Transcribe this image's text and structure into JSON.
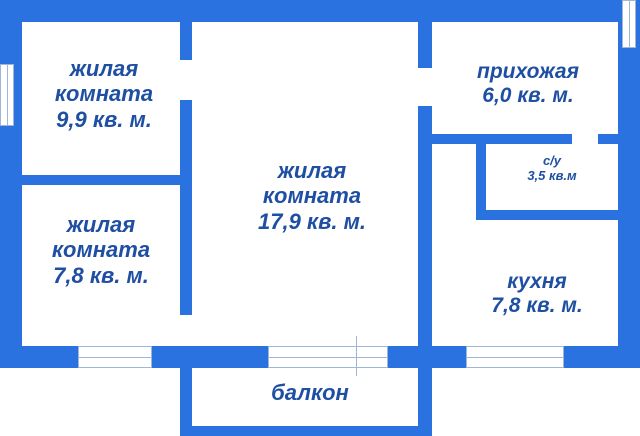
{
  "colors": {
    "wall": "#2a72df",
    "label": "#1f4fa3"
  },
  "rooms": [
    {
      "name_line1": "жилая",
      "name_line2": "комната",
      "area": "9,9 кв. м."
    },
    {
      "name_line1": "жилая",
      "name_line2": "комната",
      "area": "7,8 кв. м."
    },
    {
      "name_line1": "жилая",
      "name_line2": "комната",
      "area": "17,9 кв. м."
    },
    {
      "name_line1": "прихожая",
      "area": "6,0  кв. м."
    },
    {
      "name_line1": "с/у",
      "area": "3,5 кв.м"
    },
    {
      "name_line1": "кухня",
      "area": "7,8 кв. м."
    },
    {
      "name_line1": "балкон"
    }
  ]
}
